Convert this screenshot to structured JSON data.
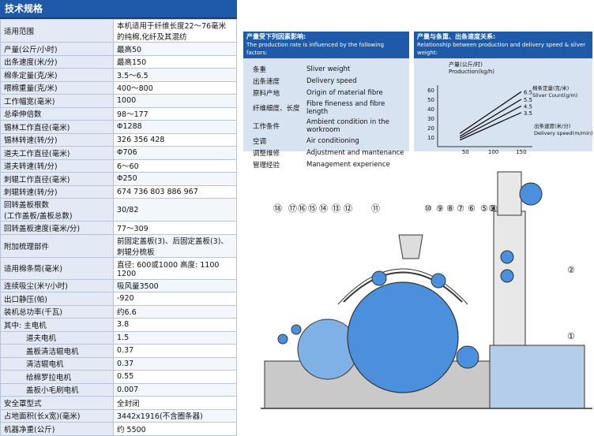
{
  "spec": {
    "title": "技术规格",
    "rows": [
      {
        "k": "适用范围",
        "v": "本机适用于纤维长度22～76毫米的纯棉,化纤及其混纺"
      },
      {
        "k": "产量(公斤/小时)",
        "v": "最高50"
      },
      {
        "k": "出条速度(米/分)",
        "v": "最高150"
      },
      {
        "k": "棉条定量(克/米)",
        "v": "3.5～6.5"
      },
      {
        "k": "喂棉重量(克/米)",
        "v": "400～800"
      },
      {
        "k": "工作幅宽(毫米)",
        "v": "1000"
      },
      {
        "k": "总牵伸倍数",
        "v": "98～177"
      },
      {
        "k": "锡林工作直径(毫米)",
        "v": "Φ1288"
      },
      {
        "k": "锡林转速(转/分)",
        "v": "326   356   428"
      },
      {
        "k": "道夫工作直径(毫米)",
        "v": "Φ706"
      },
      {
        "k": "道夫转速(转/分)",
        "v": "6～60"
      },
      {
        "k": "刺辊工作直径(毫米)",
        "v": "Φ250"
      },
      {
        "k": "刺辊转速(转/分)",
        "v": "674   736   803   886   967"
      },
      {
        "k": "回转盖板根数\n(工作盖板/盖板总数)",
        "v": "30/82"
      },
      {
        "k": "回转盖板速度(毫米/分)",
        "v": "77～309"
      },
      {
        "k": "附加梳理部件",
        "v": "前固定盖板(3)、后固定盖板(3)、刺辊分梳板"
      },
      {
        "k": "适用棉条筒(毫米)",
        "v": "直径: 600或1000    高度: 1100 1200"
      },
      {
        "k": "连续吸尘(米³/小时)",
        "v": "吸风量3500"
      },
      {
        "k": "出口静压(帕)",
        "v": "-920"
      },
      {
        "k": "装机总功率(千瓦)",
        "v": "约6.6"
      },
      {
        "k": "其中: 主电机",
        "v": "3.8"
      },
      {
        "k": "道夫电机",
        "v": "1.5"
      },
      {
        "k": "盖板清洁辊电机",
        "v": "0.37"
      },
      {
        "k": "清洁辊电机",
        "v": "0.37"
      },
      {
        "k": "给棉罗拉电机",
        "v": "0.55"
      },
      {
        "k": "盖板小毛刷电机",
        "v": "0.007"
      },
      {
        "k": "安全罩型式",
        "v": "全封闭"
      },
      {
        "k": "占地面积(长x宽)(毫米)",
        "v": "3442x1916(不含圈条器)"
      },
      {
        "k": "机器净重(公斤)",
        "v": "约 5500"
      }
    ]
  },
  "factors": {
    "title_cn": "产量受下列因素影响:",
    "title_en": "The production rate is influenced by the following factors:",
    "items": [
      {
        "cn": "条重",
        "en": "Sliver weight"
      },
      {
        "cn": "出条速度",
        "en": "Delivery speed"
      },
      {
        "cn": "原料产地",
        "en": "Origin of material fibre"
      },
      {
        "cn": "纤维细度、长度",
        "en": "Fibre fineness and fibre length"
      },
      {
        "cn": "工作条件",
        "en": "Ambient condition in the workroom"
      },
      {
        "cn": "空调",
        "en": "Air conditioning"
      },
      {
        "cn": "调整维修",
        "en": "Adjustment and mantenance"
      },
      {
        "cn": "管理经验",
        "en": "Management experience"
      }
    ]
  },
  "relation": {
    "title_cn": "产量与条重、出条速度关系:",
    "title_en": "Relationship between production and delivery speed & silver weight:"
  },
  "chart_data": {
    "type": "line",
    "title": "",
    "ylabel_cn": "产量(公斤/时)",
    "ylabel_en": "Production(kg/h)",
    "xlabel_cn": "出条速度(米/分)",
    "xlabel_en": "Delivery speed(m/min)",
    "legend_cn": "棉条定量(克/米)",
    "legend_en": "Sliver Count(g/m)",
    "xlim": [
      0,
      170
    ],
    "ylim": [
      0,
      60
    ],
    "xticks": [
      50,
      100,
      150
    ],
    "yticks": [
      10,
      20,
      30,
      40,
      50,
      60
    ],
    "series": [
      {
        "name": "6.5",
        "x": [
          40,
          150
        ],
        "y": [
          14,
          58
        ]
      },
      {
        "name": "5.5",
        "x": [
          40,
          150
        ],
        "y": [
          11,
          50
        ]
      },
      {
        "name": "4.5",
        "x": [
          40,
          150
        ],
        "y": [
          9,
          43
        ]
      },
      {
        "name": "3.5",
        "x": [
          40,
          150
        ],
        "y": [
          7,
          36
        ]
      }
    ]
  },
  "diagram": {
    "labels": [
      "⑱",
      "⑰",
      "⑯",
      "⑮",
      "⑭",
      "⑬",
      "⑫",
      "⑪",
      "⑩",
      "⑨",
      "⑧",
      "⑦",
      "⑥",
      "⑤",
      "④",
      "③",
      "②",
      "①"
    ],
    "colors": {
      "blue": "#2f7fd6",
      "light": "#aac4e8",
      "panel": "#b4cdea",
      "line": "#333333"
    }
  }
}
